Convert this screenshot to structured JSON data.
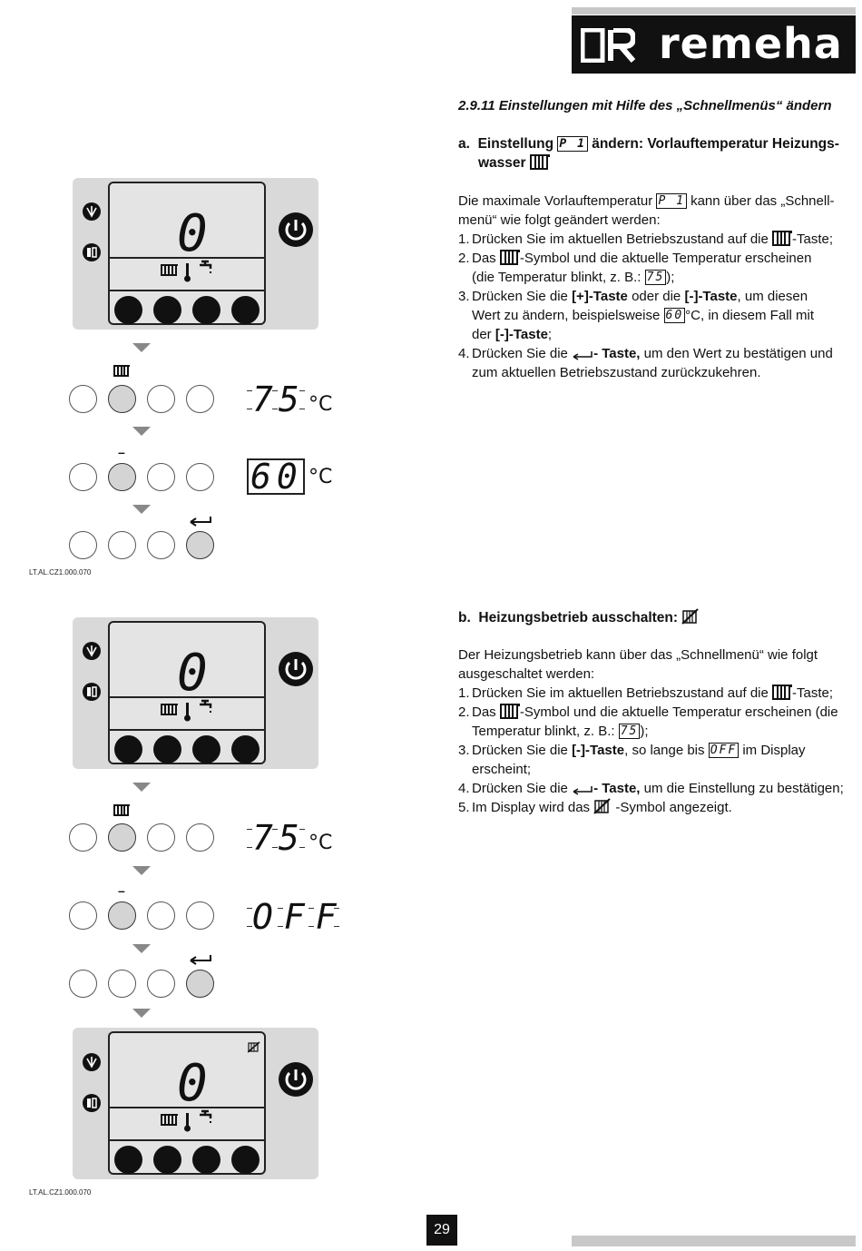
{
  "brand": {
    "name": "remeha"
  },
  "section": {
    "heading": "2.9.11 Einstellungen mit Hilfe des „Schnellmenüs“ ändern"
  },
  "part_a": {
    "heading_prefix": "a.",
    "heading_1": "Einstellung",
    "param_code": "P 1",
    "heading_2": "ändern: Vorlauftemperatur Heizungs-",
    "heading_3": "wasser",
    "intro_1": "Die maximale Vorlauftemperatur",
    "intro_2": "kann über das „Schnell-",
    "intro_3": "menü“ wie folgt geändert werden:",
    "s1_n": "1.",
    "s1_a": "Drücken Sie im aktuellen Betriebszustand auf die",
    "s1_b": "-Taste;",
    "s2_n": "2.",
    "s2_a": "Das",
    "s2_b": "-Symbol und die aktuelle Temperatur erscheinen",
    "s2_c": "(die Temperatur blinkt, z. B.:",
    "s2_seg": "75",
    "s2_d": ");",
    "s3_n": "3.",
    "s3_a": "Drücken Sie die",
    "s3_b": "[+]-Taste",
    "s3_c": "oder die",
    "s3_d": "[-]-Taste",
    "s3_e": ", um diesen",
    "s3_f": "Wert zu ändern, beispielsweise",
    "s3_seg": "60",
    "s3_g": "°C, in diesem Fall mit",
    "s3_h": "der",
    "s3_i": "[-]-Taste",
    "s3_j": ";",
    "s4_n": "4.",
    "s4_a": "Drücken Sie die",
    "s4_b": "- Taste,",
    "s4_c": "um den Wert zu bestätigen und",
    "s4_d": "zum aktuellen Betriebszustand zurückzukehren."
  },
  "part_b": {
    "heading_prefix": "b.",
    "heading": "Heizungsbetrieb ausschalten:",
    "intro_1": "Der Heizungsbetrieb kann über das „Schnellmenü“ wie folgt",
    "intro_2": "ausgeschaltet werden:",
    "s1_n": "1.",
    "s1_a": "Drücken Sie im aktuellen Betriebszustand auf die",
    "s1_b": "-Taste;",
    "s2_n": "2.",
    "s2_a": "Das",
    "s2_b": "-Symbol und die aktuelle Temperatur erscheinen (die",
    "s2_c": "Temperatur blinkt, z. B.:",
    "s2_seg": "75",
    "s2_d": ");",
    "s3_n": "3.",
    "s3_a": "Drücken Sie die",
    "s3_b": "[-]-Taste",
    "s3_c": ", so lange bis",
    "s3_seg": "OFF",
    "s3_d": "im Display",
    "s3_e": "erscheint;",
    "s4_n": "4.",
    "s4_a": "Drücken Sie die",
    "s4_b": "- Taste,",
    "s4_c": "um die Einstellung zu bestätigen;",
    "s5_n": "5.",
    "s5_a": "Im Display wird das",
    "s5_b": "-Symbol angezeigt."
  },
  "figures": {
    "panel_digit": "0",
    "display_75": "75",
    "display_60": "60",
    "display_off": "OFF",
    "unit_c": "°C",
    "minus_label": "–",
    "caption_1": "LT.AL.CZ1.000.070",
    "caption_2": "LT.AL.CZ1.000.070"
  },
  "page_number": "29",
  "colors": {
    "panel_bg": "#d9d9d9",
    "lcd_bg": "#e4e4e4",
    "button_active": "#d4d4d4",
    "arrow": "#888888",
    "header": "#111111"
  }
}
